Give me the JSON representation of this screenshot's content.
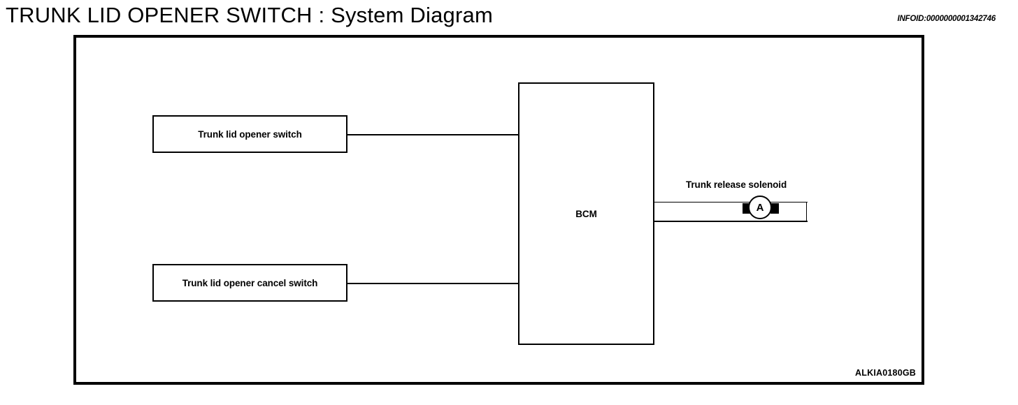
{
  "header": {
    "title": "TRUNK LID OPENER SWITCH : System Diagram",
    "infoid": "INFOID:0000000001342746"
  },
  "diagram": {
    "nodes": {
      "trunk_lid_opener_switch": "Trunk lid opener switch",
      "trunk_lid_opener_cancel_switch": "Trunk lid opener cancel switch",
      "bcm": "BCM",
      "trunk_release_solenoid": "Trunk release solenoid",
      "actuator_symbol": "A"
    },
    "reference_code": "ALKIA0180GB"
  },
  "colors": {
    "line": "#000000",
    "background": "#ffffff"
  }
}
